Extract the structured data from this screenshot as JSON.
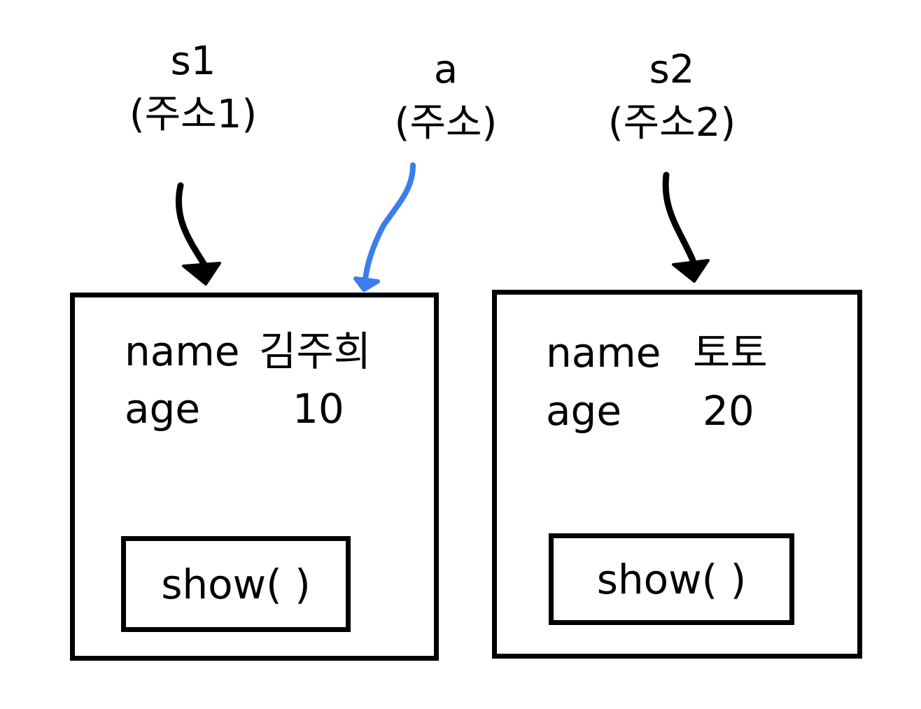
{
  "refs": {
    "s1": {
      "name": "s1",
      "addr": "(주소1)"
    },
    "a": {
      "name": "a",
      "addr": "(주소)"
    },
    "s2": {
      "name": "s2",
      "addr": "(주소2)"
    }
  },
  "objects": [
    {
      "fields": [
        {
          "key": "name",
          "value": "김주희"
        },
        {
          "key": "age",
          "value": "10"
        }
      ],
      "method": "show( )"
    },
    {
      "fields": [
        {
          "key": "name",
          "value": "토토"
        },
        {
          "key": "age",
          "value": "20"
        }
      ],
      "method": "show( )"
    }
  ],
  "colors": {
    "ink": "#000000",
    "alias_arrow": "#3b7ded"
  }
}
